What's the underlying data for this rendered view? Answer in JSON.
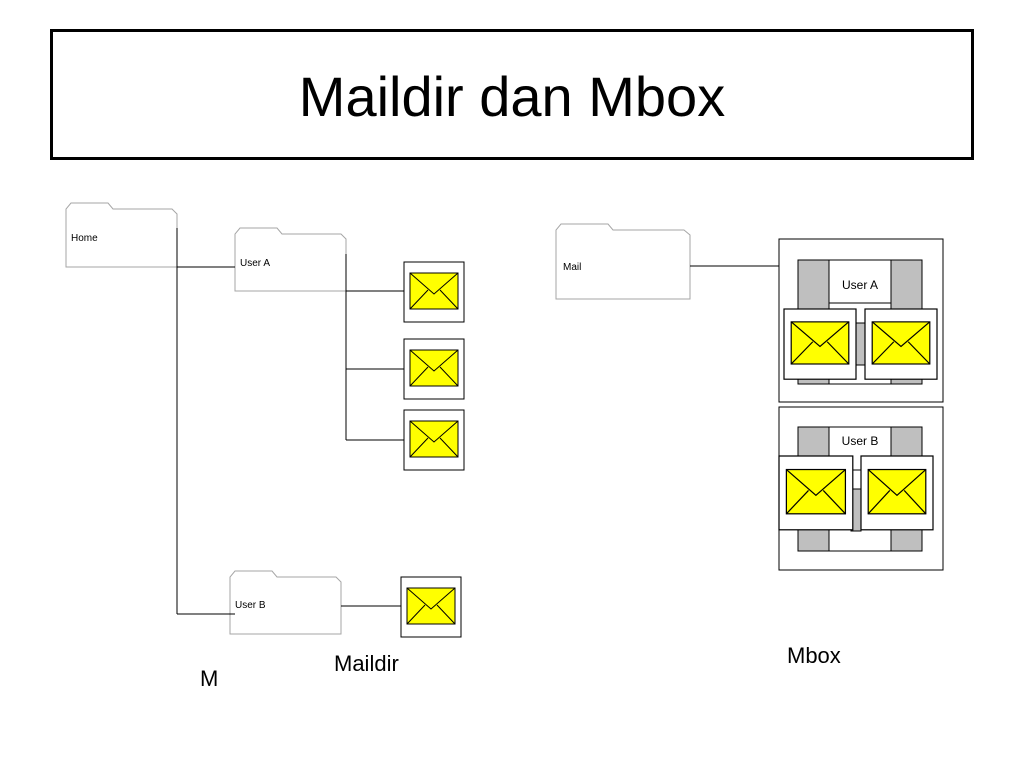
{
  "title": "Maildir dan Mbox",
  "folders": {
    "home": "Home",
    "user_a": "User A",
    "user_b": "User B",
    "mail": "Mail"
  },
  "mbox_boxes": {
    "user_a": "User A",
    "user_b": "User B"
  },
  "captions": {
    "maildir": "Maildir",
    "mbox": "Mbox",
    "m": "M"
  },
  "icons": {
    "folder": "folder-icon",
    "mail": "envelope-icon"
  },
  "colors": {
    "envelope_fill": "#FFFF00",
    "folder_stroke": "#A6A6A6",
    "mbox_gray": "#BFBFBF"
  }
}
